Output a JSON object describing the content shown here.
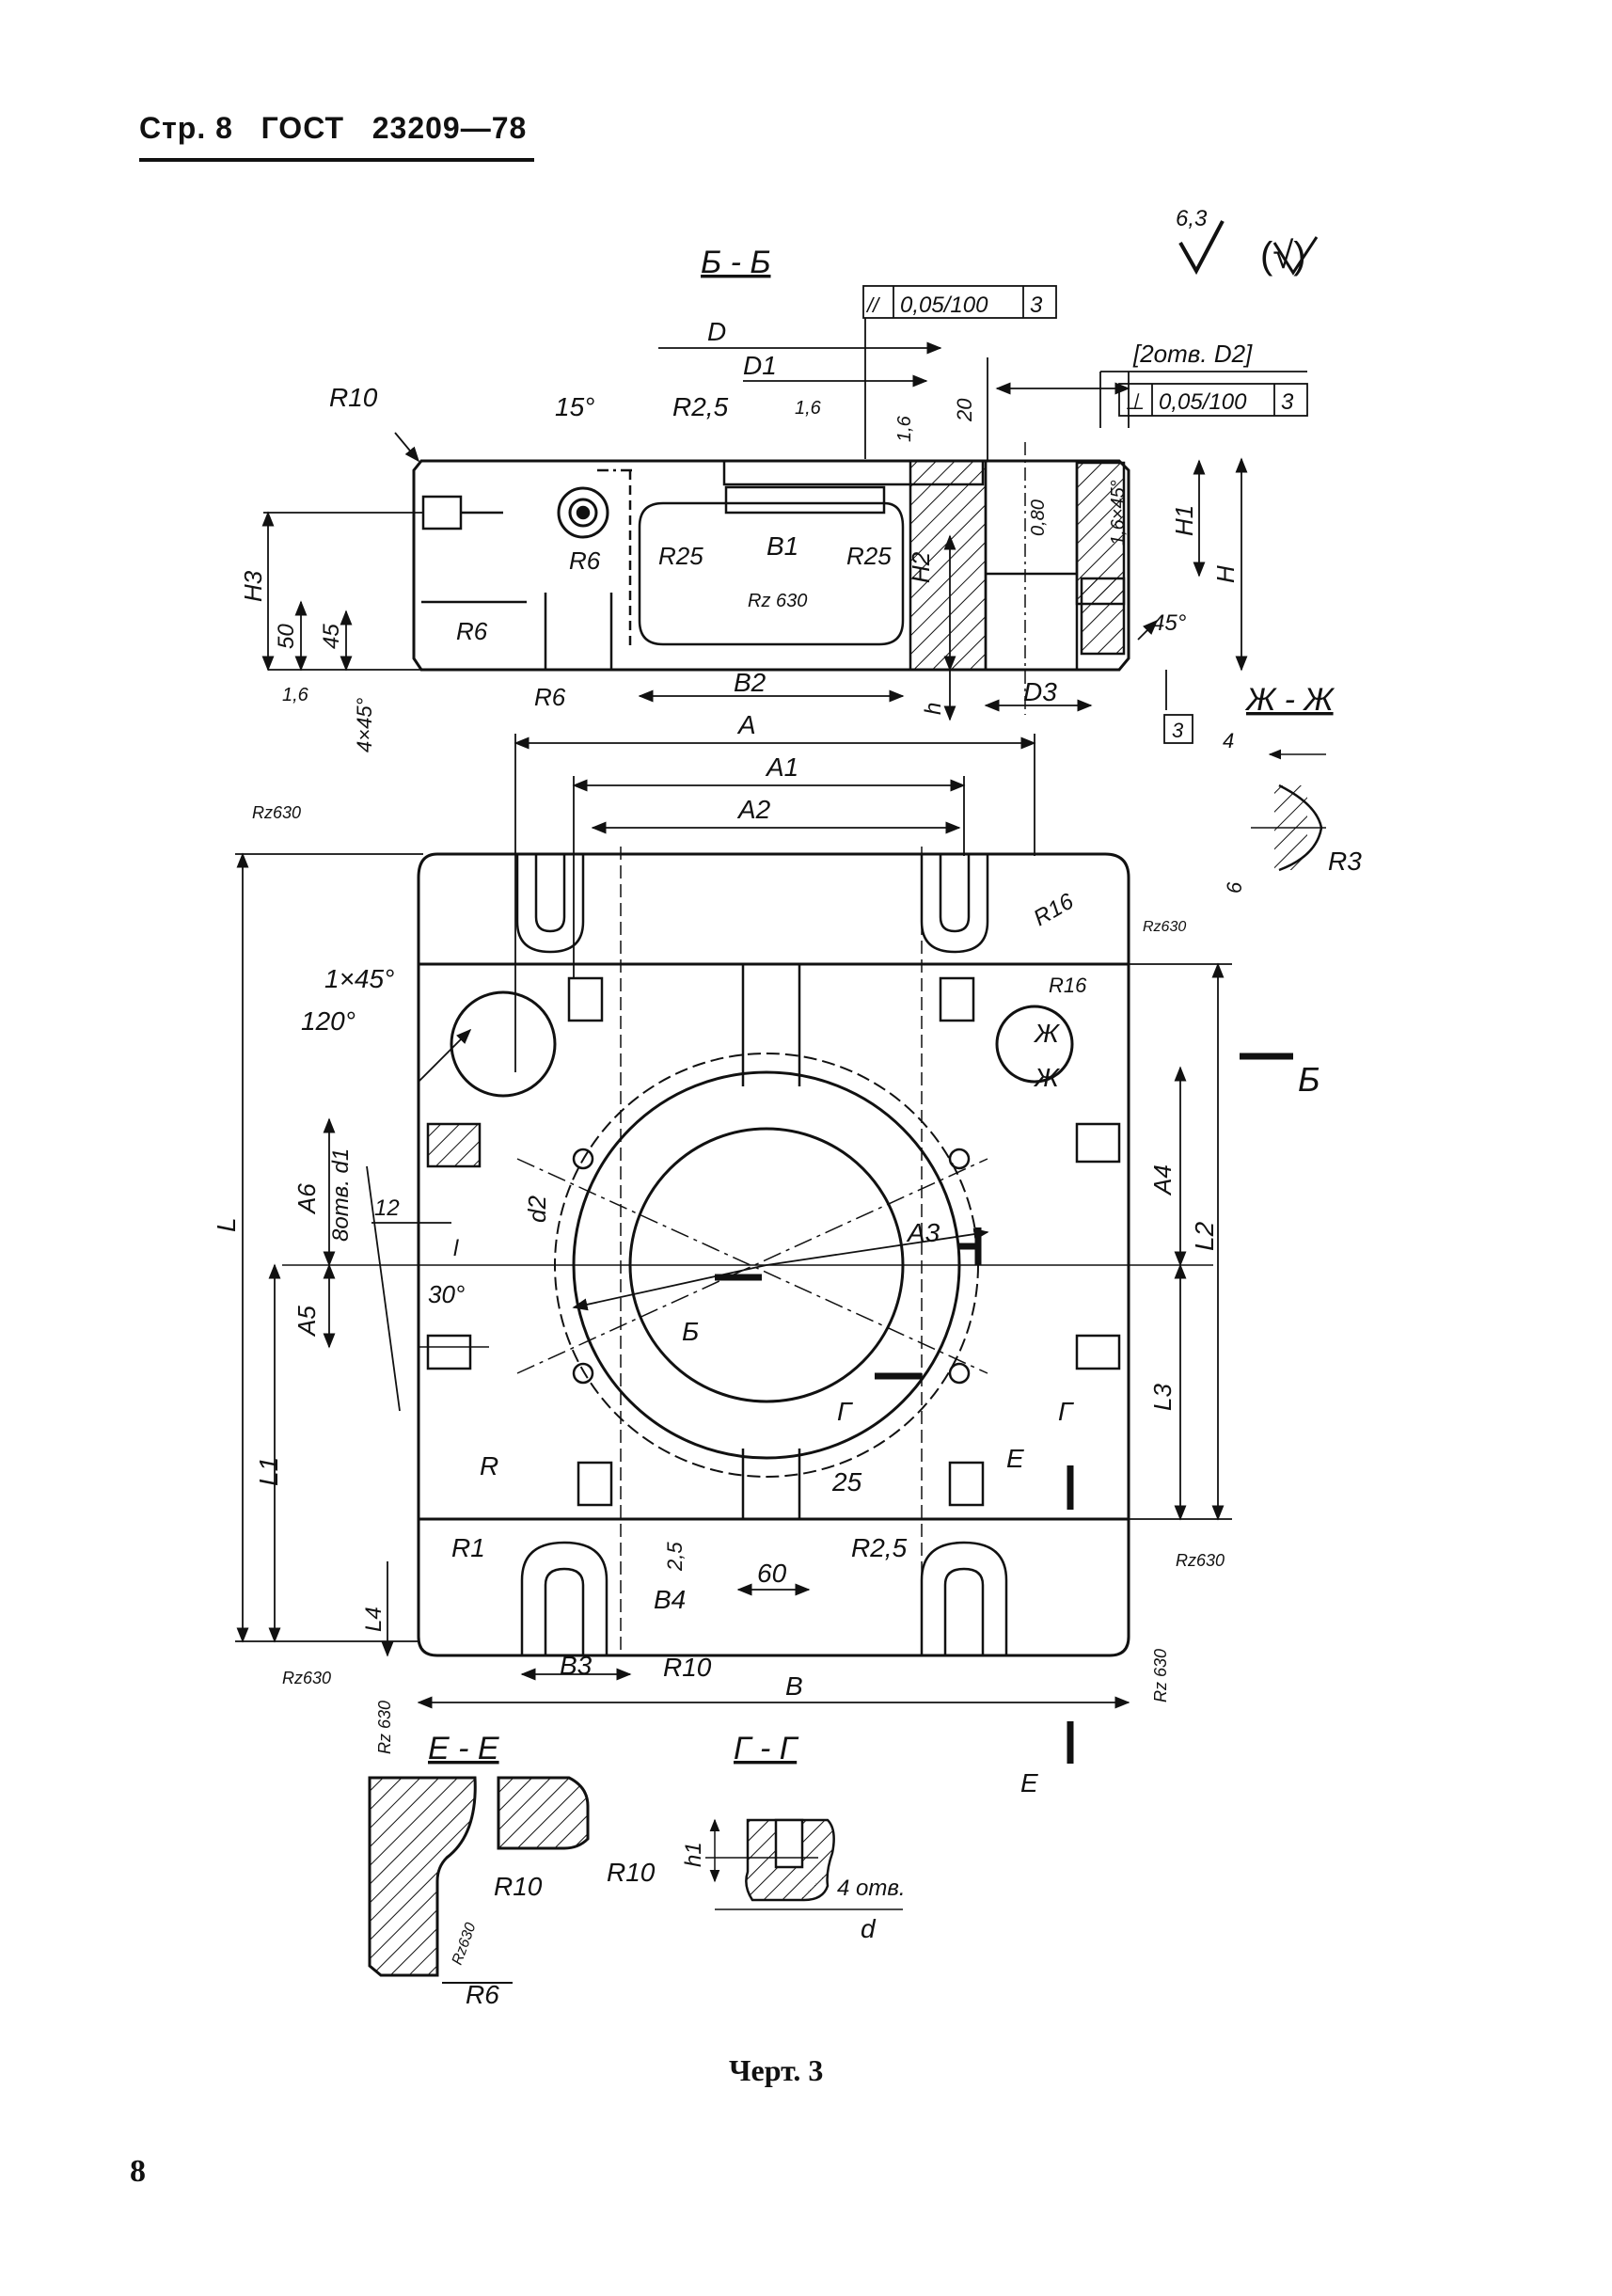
{
  "header": {
    "page": "Стр. 8",
    "standard": "ГОСТ",
    "number": "23209—78"
  },
  "caption": "Черт. 3",
  "page_number": "8",
  "roughness": {
    "main": "6,3",
    "paren": "(√)"
  },
  "sections": {
    "bb": "Б - Б",
    "zhzh": "Ж - Ж",
    "ee": "Е - Е",
    "gg": "Г - Г"
  },
  "tolerances": {
    "parallel": {
      "symbol": "//",
      "value": "0,05/100",
      "base": "3"
    },
    "perpendicular": {
      "symbol": "⊥",
      "value": "0,05/100",
      "base": "3"
    },
    "holes": "[2отв. D2]",
    "datum": "3"
  },
  "labels": {
    "D": "D",
    "D1": "D1",
    "R10": "R10",
    "angle15": "15°",
    "R25a": "R2,5",
    "rough16": "1,6",
    "rough16b": "1,6",
    "dim20": "20",
    "R6a": "R6",
    "B1": "B1",
    "R25": "R25",
    "R25b": "R25",
    "Rz630": "Rz 630",
    "H2": "H2",
    "dim080": "0,80",
    "chamfer": "1,6×45°",
    "H1": "H1",
    "H": "H",
    "H3": "H3",
    "dim50": "50",
    "dim45": "45",
    "R6b": "R6",
    "R6c": "R6",
    "B2": "B2",
    "h": "h",
    "D3": "D3",
    "angle45": "45°",
    "chamfer4": "4×45°",
    "A": "A",
    "A1": "A1",
    "A2": "A2",
    "dim4": "4",
    "dim6": "6",
    "R3": "R3",
    "Rz630a": "Rz630",
    "R16": "R16",
    "Rz630b": "Rz630",
    "chamfer1": "1×45°",
    "R16b": "R16",
    "angle120": "120°",
    "Zh1": "Ж",
    "Zh2": "Ж",
    "B_arrow": "Б",
    "rough16c": "1,6",
    "A6": "A6",
    "holes8": "8отв. d1",
    "dim12": "12",
    "d2": "d2",
    "l": "l",
    "A4": "A4",
    "A3": "A3",
    "L": "L",
    "L2": "L2",
    "angle30": "30°",
    "A5": "A5",
    "B_cut": "Б",
    "G1": "Г",
    "G2": "Г",
    "L3": "L3",
    "L1": "L1",
    "R": "R",
    "E1": "E",
    "dim25": "25",
    "dim25b": "2,5",
    "R25c": "R2,5",
    "R1": "R1",
    "dim60": "60",
    "Rz630c": "Rz630",
    "B4": "B4",
    "L4": "L4",
    "B3": "B3",
    "R10b": "R10",
    "Rz630d": "Rz630",
    "B": "B",
    "Rz630e": "Rz 630",
    "Rz630f": "Rz 630",
    "E2": "E",
    "R10c": "R10",
    "R10d": "R10",
    "h1": "h1",
    "holes4": "4 отв.",
    "d": "d",
    "Rz630g": "Rz630",
    "R6d": "R6"
  }
}
